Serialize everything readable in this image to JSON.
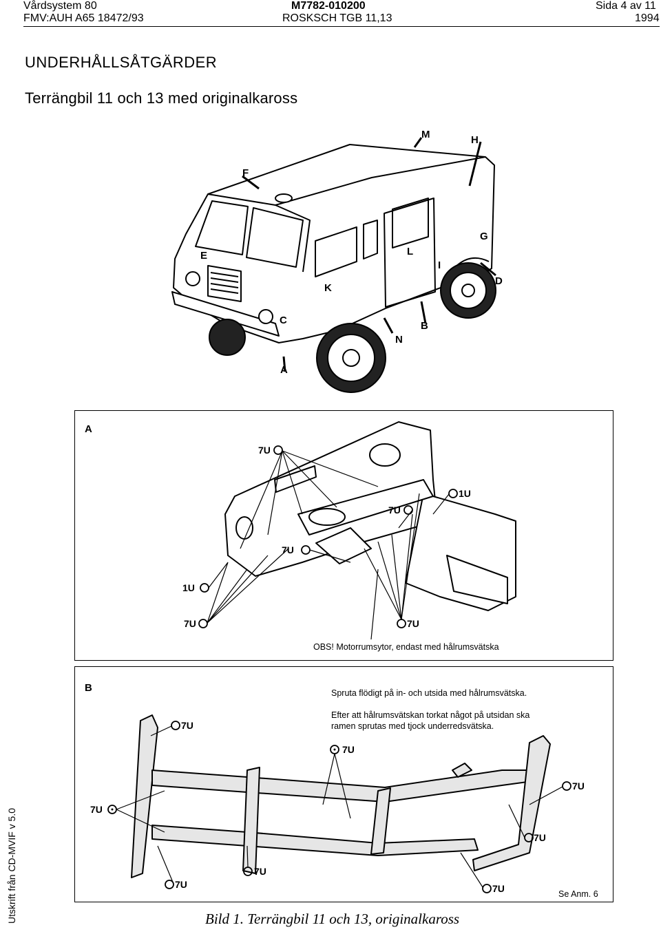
{
  "header": {
    "system": "Vårdsystem 80",
    "doc_number": "M7782-010200",
    "page": "Sida 4 av 11",
    "reference": "FMV:AUH A65 18472/93",
    "vehicle": "ROSKSCH TGB 11,13",
    "year": "1994"
  },
  "title": "UNDERHÅLLSÅTGÄRDER",
  "subtitle": "Terrängbil 11 och 13 med originalkaross",
  "side_label": "Utskrift från CD-MVIF v 5.0",
  "vehicle_callouts": {
    "M": "M",
    "H": "H",
    "F": "F",
    "E": "E",
    "L": "L",
    "G": "G",
    "I": "I",
    "D": "D",
    "K": "K",
    "C": "C",
    "B": "B",
    "N": "N",
    "A": "A"
  },
  "panel_a": {
    "letter": "A",
    "codes": {
      "top": "7U",
      "right_1u": "1U",
      "mid_right": "7U",
      "mid_left": "7U",
      "left_1u": "1U",
      "bottom_left": "7U",
      "bottom_center": "7U"
    },
    "note": "OBS! Motorrumsytor, endast med hålrumsvätska"
  },
  "panel_b": {
    "letter": "B",
    "instruction_1": "Spruta flödigt på in- och utsida med hålrumsvätska.",
    "instruction_2a": "Efter att hålrumsvätskan torkat något på utsidan ska",
    "instruction_2b": "ramen sprutas med tjock underredsvätska.",
    "codes": {
      "top_left": "7U",
      "top_center": "7U",
      "right_top": "7U",
      "left": "7U",
      "right_mid": "7U",
      "bottom_left": "7U",
      "bottom_mid": "7U",
      "bottom_right": "7U"
    },
    "reference_note": "Se Anm. 6"
  },
  "caption": "Bild 1. Terrängbil 11 och 13, originalkaross"
}
